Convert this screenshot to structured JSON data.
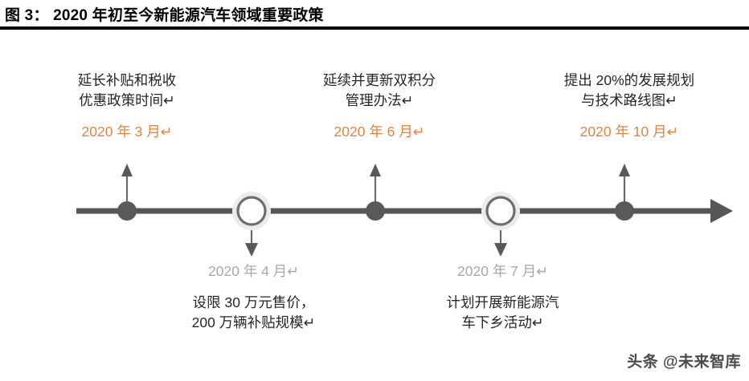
{
  "header": {
    "title": "图 3： 2020 年初至今新能源汽车领域重要政策"
  },
  "timeline": {
    "axis_color": "#565656",
    "accent_color": "#e3823f",
    "muted_color": "#a8a8a8",
    "events": [
      {
        "id": "event-2020-03",
        "position": "above",
        "marker": "filled-dot",
        "date": "2020 年 3 月↵",
        "date_style": "accent",
        "description": "延长补贴和税收\n优惠政策时间↵"
      },
      {
        "id": "event-2020-04",
        "position": "below",
        "marker": "hollow-ring",
        "date": "2020 年 4 月↵",
        "date_style": "muted",
        "description": "设限 30 万元售价，\n200 万辆补贴规模↵"
      },
      {
        "id": "event-2020-06",
        "position": "above",
        "marker": "filled-dot",
        "date": "2020 年 6 月↵",
        "date_style": "accent",
        "description": "延续并更新双积分\n管理办法↵"
      },
      {
        "id": "event-2020-07",
        "position": "below",
        "marker": "hollow-ring",
        "date": "2020 年 7 月↵",
        "date_style": "muted",
        "description": "计划开展新能源汽\n车下乡活动↵"
      },
      {
        "id": "event-2020-10",
        "position": "above",
        "marker": "filled-dot",
        "date": "2020 年 10 月↵",
        "date_style": "accent",
        "description": "提出 20%的发展规划\n与技术路线图↵"
      }
    ]
  },
  "watermark": {
    "text": "头条 @未来智库"
  }
}
